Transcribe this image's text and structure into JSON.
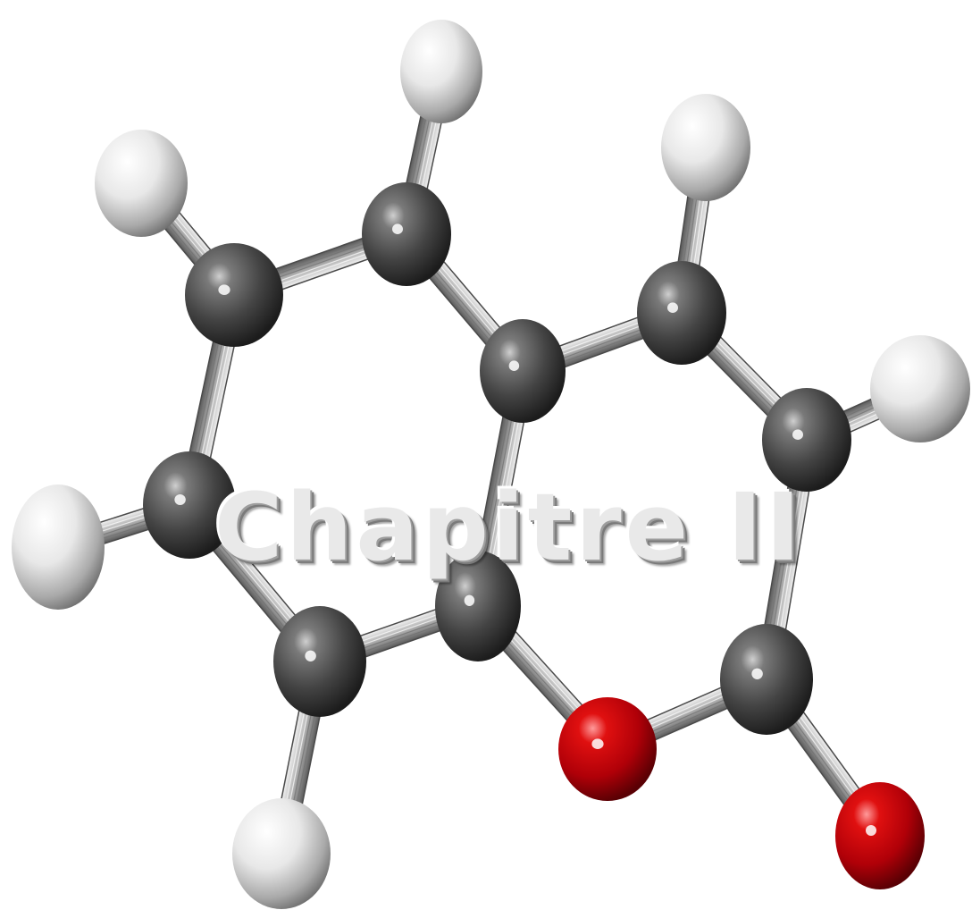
{
  "title": "Chapitre II",
  "molecule": {
    "atoms": [
      {
        "id": "H1",
        "element": "H"
      },
      {
        "id": "H2",
        "element": "H"
      },
      {
        "id": "H3",
        "element": "H"
      },
      {
        "id": "H4",
        "element": "H"
      },
      {
        "id": "H5",
        "element": "H"
      },
      {
        "id": "H6",
        "element": "H"
      },
      {
        "id": "C1",
        "element": "C"
      },
      {
        "id": "C2",
        "element": "C"
      },
      {
        "id": "C3",
        "element": "C"
      },
      {
        "id": "C4",
        "element": "C"
      },
      {
        "id": "C5",
        "element": "C"
      },
      {
        "id": "C6",
        "element": "C"
      },
      {
        "id": "C7",
        "element": "C"
      },
      {
        "id": "C8",
        "element": "C"
      },
      {
        "id": "C9",
        "element": "C"
      },
      {
        "id": "O1",
        "element": "O"
      },
      {
        "id": "O2",
        "element": "O"
      }
    ]
  },
  "colors": {
    "carbon": "#4a4a4a",
    "hydrogen": "#e6e6e6",
    "oxygen": "#c0000a",
    "bond": "#8a8a8a",
    "background": "#ffffff"
  }
}
